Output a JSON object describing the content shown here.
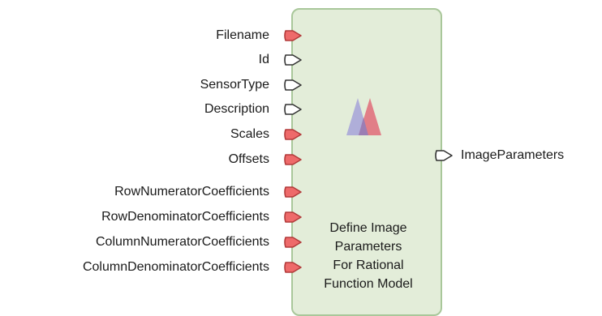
{
  "component": {
    "title_lines": [
      "Define Image",
      "Parameters",
      "For Rational",
      "Function Model"
    ],
    "logo_icon": "rational-function-logo-icon",
    "colors": {
      "body_fill": "#e3edd9",
      "body_border": "#a9c79a",
      "required_grip": "#ee6a6a",
      "optional_grip": "#ffffff"
    }
  },
  "inputs": [
    {
      "label": "Filename",
      "required": true
    },
    {
      "label": "Id",
      "required": false
    },
    {
      "label": "SensorType",
      "required": false
    },
    {
      "label": "Description",
      "required": false
    },
    {
      "label": "Scales",
      "required": true
    },
    {
      "label": "Offsets",
      "required": true
    },
    {
      "label": "RowNumeratorCoefficients",
      "required": true
    },
    {
      "label": "RowDenominatorCoefficients",
      "required": true
    },
    {
      "label": "ColumnNumeratorCoefficients",
      "required": true
    },
    {
      "label": "ColumnDenominatorCoefficients",
      "required": true
    }
  ],
  "outputs": [
    {
      "label": "ImageParameters",
      "required": false
    }
  ]
}
